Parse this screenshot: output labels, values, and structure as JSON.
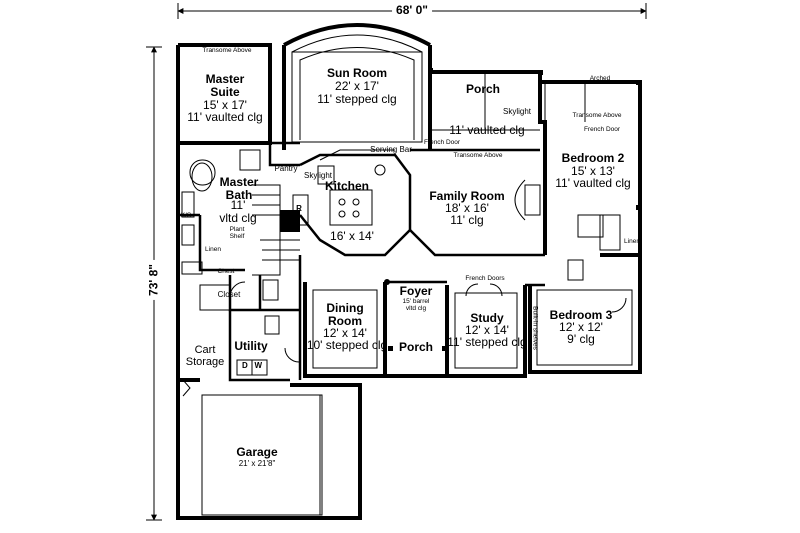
{
  "plan": {
    "overall_width": "68' 0\"",
    "overall_depth": "73' 8\""
  },
  "rooms": {
    "master_suite": {
      "name": "Master\nSuite",
      "size": "15' x 17'",
      "ceiling": "11' vaulted clg",
      "note": "Transome Above"
    },
    "sun_room": {
      "name": "Sun Room",
      "size": "22' x 17'",
      "ceiling": "11' stepped clg"
    },
    "porch_rear": {
      "name": "Porch",
      "ceiling": "11' vaulted clg",
      "skylight": "Skylight"
    },
    "bedroom2": {
      "name": "Bedroom 2",
      "size": "15' x 13'",
      "ceiling": "11' vaulted clg",
      "transome": "Transome Above",
      "door": "French Door",
      "arched": "Arched"
    },
    "master_bath": {
      "name": "Master\nBath",
      "ceiling": "11'\nvltd clg"
    },
    "kitchen": {
      "name": "Kitchen",
      "size": "16' x 14'",
      "serving_bar": "Serving Bar",
      "skylight": "Skylight",
      "pantry": "Pantry",
      "ref": "R"
    },
    "family_room": {
      "name": "Family Room",
      "size": "18' x 16'",
      "ceiling": "11' clg",
      "transome": "Transome Above",
      "french_door": "French Door"
    },
    "dining_room": {
      "name": "Dining\nRoom",
      "size": "12' x 14'",
      "ceiling": "10' stepped clg"
    },
    "foyer": {
      "name": "Foyer",
      "ceiling": "15' barrel\nvltd clg"
    },
    "porch_front": {
      "name": "Porch"
    },
    "study": {
      "name": "Study",
      "size": "12' x 14'",
      "ceiling": "11' stepped clg",
      "french_doors": "French Doors",
      "shelves": "Built-in shelves"
    },
    "bedroom3": {
      "name": "Bedroom 3",
      "size": "12' x 12'",
      "ceiling": "9' clg"
    },
    "utility": {
      "name": "Utility",
      "dw": "D   W"
    },
    "cart_storage": {
      "name": "Cart\nStorage"
    },
    "garage": {
      "name": "Garage",
      "size": "21' x 21'8\""
    }
  },
  "small_labels": {
    "ks": "K/S",
    "linen_bath": "Linen",
    "plant_shelf": "Plant\nShelf",
    "chest": "Chest",
    "closet": "Closet",
    "linen_bed2": "Linen"
  }
}
